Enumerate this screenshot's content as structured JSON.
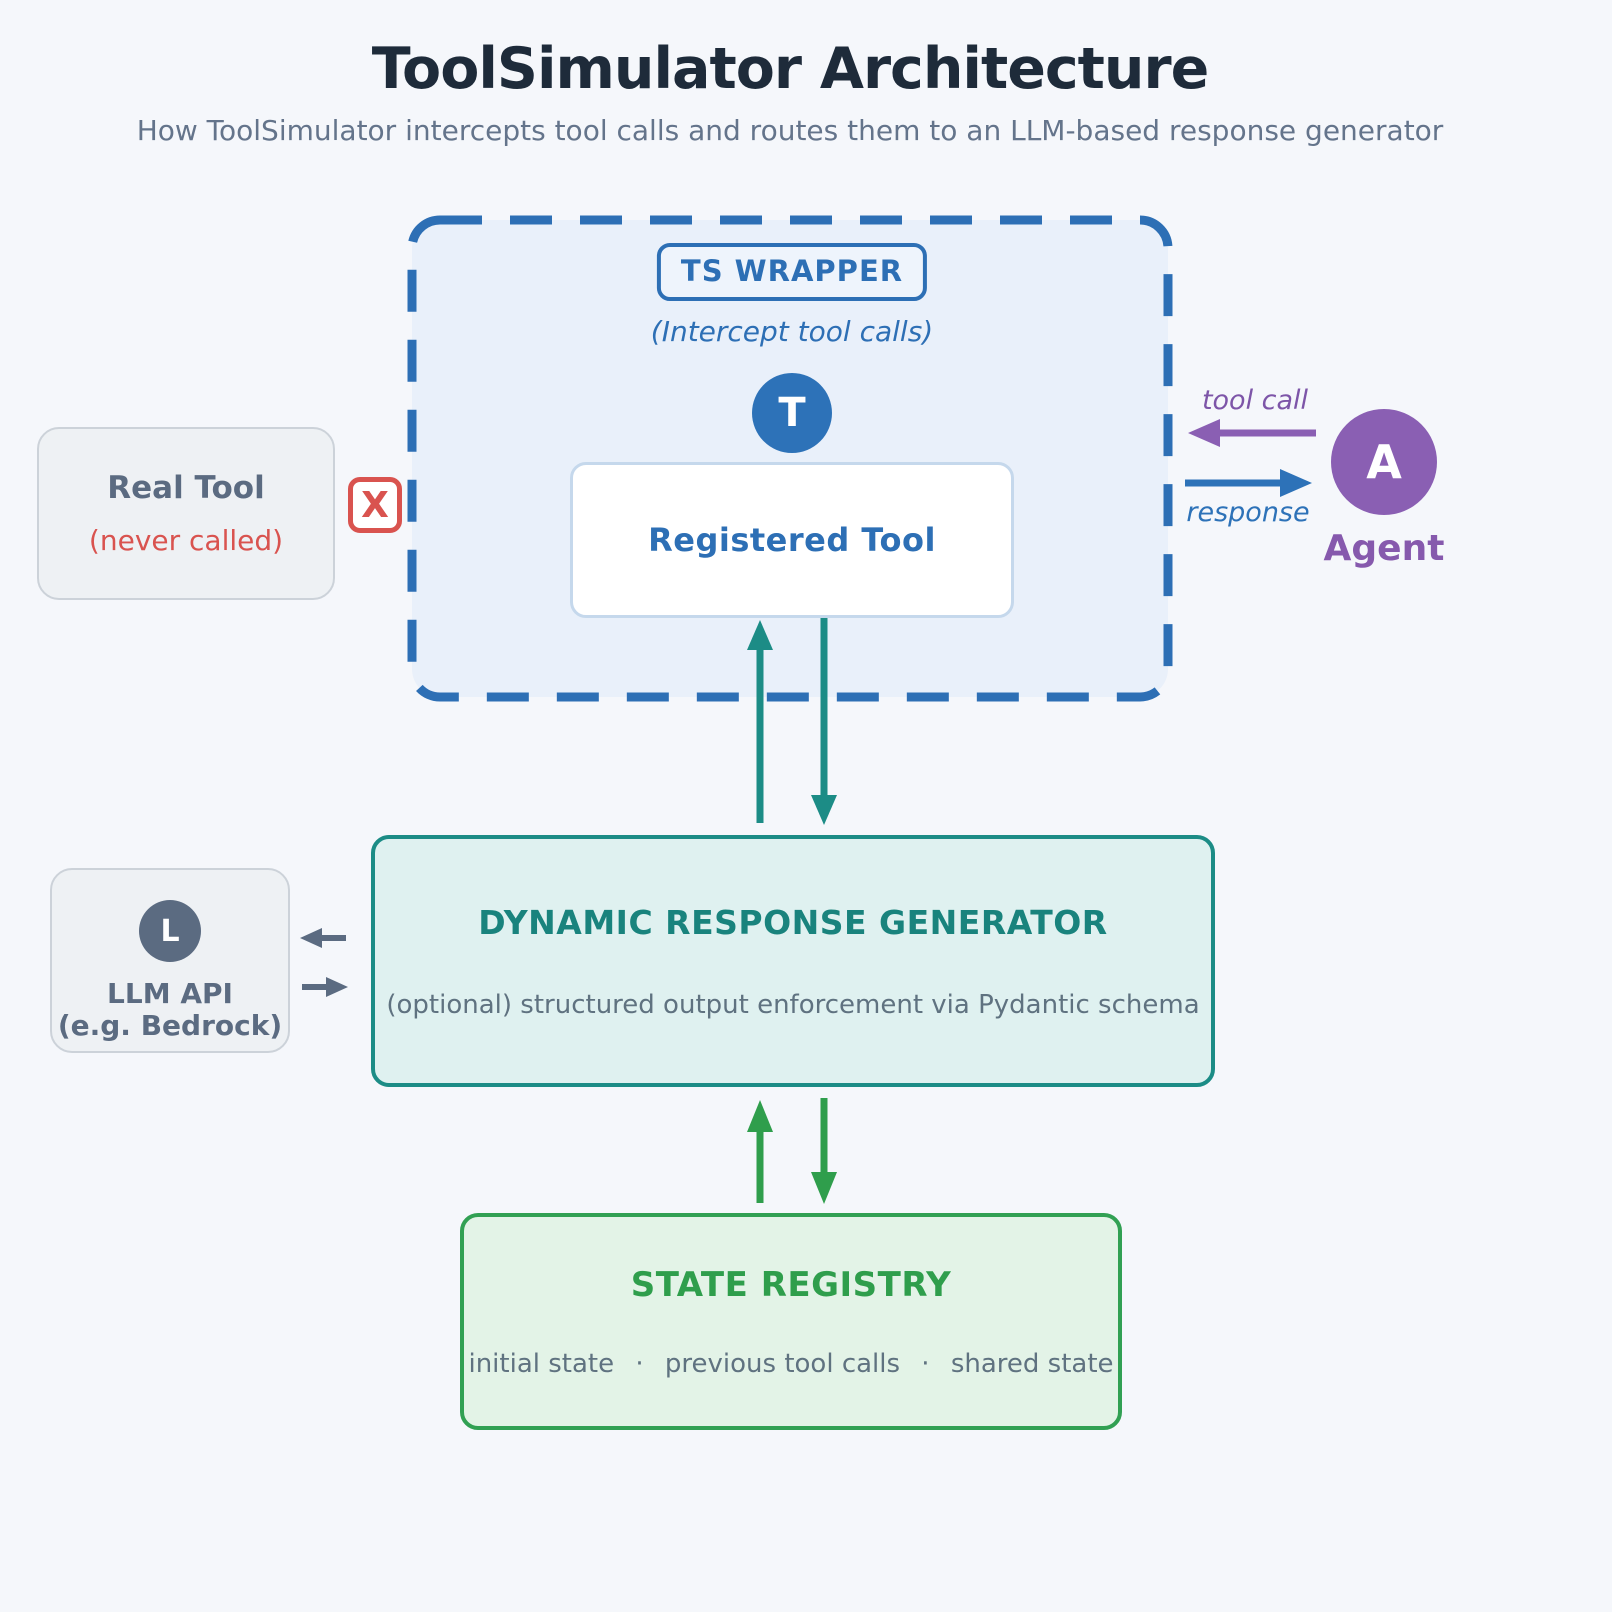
{
  "page": {
    "title": "ToolSimulator Architecture",
    "subtitle": "How ToolSimulator intercepts tool calls and routes them to an LLM-based response generator"
  },
  "wrapper": {
    "label": "TS WRAPPER",
    "note": "(Intercept tool calls)",
    "tool_badge": "T",
    "registered_tool_label": "Registered Tool"
  },
  "real_tool": {
    "title": "Real Tool",
    "note": "(never called)",
    "blocked_mark": "X"
  },
  "agent": {
    "badge": "A",
    "label": "Agent",
    "tool_call_label": "tool call",
    "response_label": "response"
  },
  "generator": {
    "title": "DYNAMIC RESPONSE GENERATOR",
    "note": "(optional) structured output enforcement via Pydantic schema"
  },
  "llm": {
    "badge": "L",
    "title": "LLM API",
    "subtitle": "(e.g. Bedrock)"
  },
  "registry": {
    "title": "STATE REGISTRY",
    "items": [
      "initial state",
      "previous tool calls",
      "shared state"
    ],
    "note": "initial state  ·  previous tool calls  ·  shared state"
  },
  "colors": {
    "background": "#f5f7fb",
    "title_text": "#1e2b3a",
    "subtitle_text": "#64748b",
    "blue": "#2d6fb5",
    "blue_fill": "#e9f0fa",
    "slate": "#5b6b81",
    "gray_fill": "#eef1f4",
    "red": "#d9534f",
    "purple": "#8a5fb3",
    "purple_dark": "#8659ad",
    "teal": "#1c8c86",
    "teal_fill": "#dff1f0",
    "green": "#2f9e4c",
    "green_fill": "#e3f3e7",
    "muted_text": "#5f7280"
  }
}
